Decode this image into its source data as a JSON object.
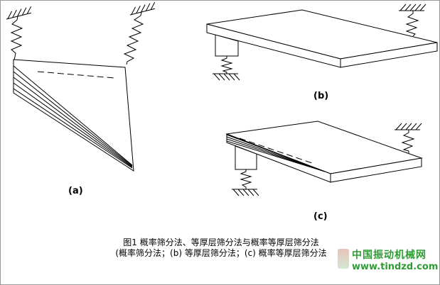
{
  "figure": {
    "title_line": "图1 概率筛分法、等厚层筛分法与概率等厚层筛分法",
    "subtitle_line": "(概率筛分法；(b) 等厚层筛分法；(c) 概率等厚层筛分法",
    "labels": {
      "a": "(a)",
      "b": "(b)",
      "c": "(c)"
    }
  },
  "watermark": {
    "site_name": "中国振动机械网",
    "site_url": "www.tindzd.com",
    "text_color": "#2e9b35"
  },
  "style": {
    "line_color": "#000000",
    "background": "#ffffff",
    "border_color": "#999999"
  }
}
